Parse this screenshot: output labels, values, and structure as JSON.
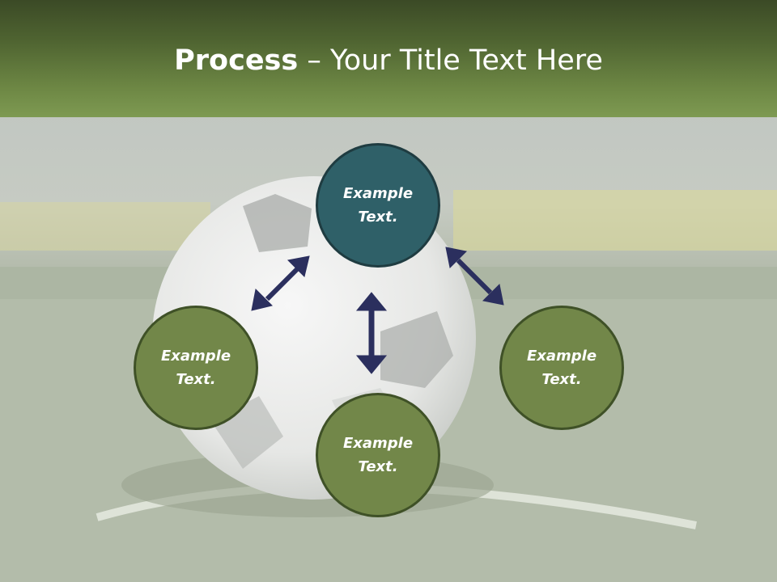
{
  "slide": {
    "title_bold": "Process",
    "title_separator": " – ",
    "title_rest": "Your Title Text Here"
  },
  "diagram": {
    "nodes": [
      {
        "id": "top",
        "label": "Example Text.",
        "color": "#2f6068"
      },
      {
        "id": "left",
        "label": "Example Text.",
        "color": "#728749"
      },
      {
        "id": "bottom",
        "label": "Example Text.",
        "color": "#728749"
      },
      {
        "id": "right",
        "label": "Example Text.",
        "color": "#728749"
      }
    ],
    "connectors": [
      {
        "from": "top",
        "to": "left",
        "style": "double-arrow"
      },
      {
        "from": "top",
        "to": "bottom",
        "style": "double-arrow"
      },
      {
        "from": "top",
        "to": "right",
        "style": "double-arrow"
      }
    ],
    "arrow_color": "#2b2f5e"
  },
  "theme": {
    "title_bar_color": "#5a7236",
    "background": "soccer-ball-on-pitch-image"
  }
}
